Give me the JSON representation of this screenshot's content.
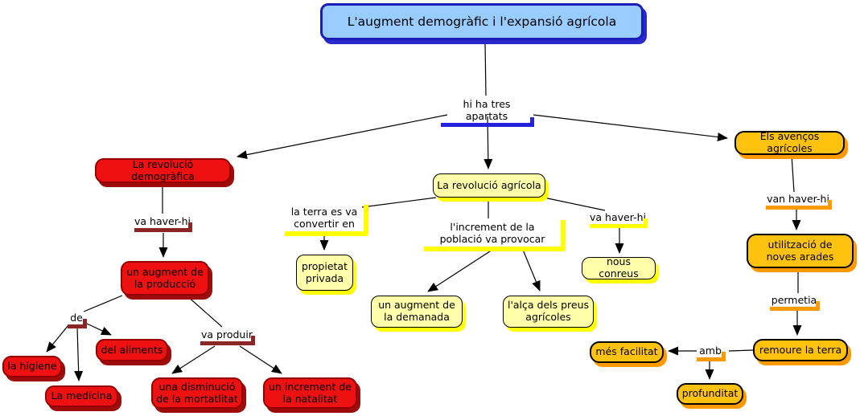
{
  "colors": {
    "title_fill": "#99ccff",
    "title_border": "#1c1cb8",
    "title_shadow": "#2a2acc",
    "red_fill": "#ee1111",
    "red_border": "#940000",
    "red_shadow": "#9e0b0b",
    "red_bar": "#8b2626",
    "yellow_fill": "#ffffaa",
    "yellow_border": "#000000",
    "yellow_shadow": "#ffff00",
    "orange_fill": "#ffc20e",
    "orange_border": "#000000",
    "orange_shadow": "#ff9900",
    "blue_bar": "#2323dd",
    "line_color": "#000000"
  },
  "nodes": {
    "title": "L'augment demogràfic i l'expansió agrícola",
    "hi_ha_tres_apartats": "hi ha tres apartats",
    "revolucio_demografica": "La revolució demogràfica",
    "va_haver_hi_left": "va haver-hi",
    "augment_produccio": "un augment de la producció",
    "de": "de",
    "del_aliments": "del aliments",
    "la_higiene": "la higiene",
    "la_medicina": "La medicina",
    "va_produir": "va produir",
    "disminucio_mortatlitat": "una disminució de la mortatlitat",
    "increment_natalitat": "un increment de la natalitat",
    "revolucio_agricola": "La revolució agrícola",
    "terra_convertir": "la terra es va convertir en",
    "propietat_privada": "propietat privada",
    "increment_poblacio": "l'increment de la població va provocar",
    "va_haver_hi_mid": "va haver-hi",
    "nous_conreus": "nous conreus",
    "augment_demanada": "un augment de la demanada",
    "alca_preus": "l'alça dels preus agrícoles",
    "avencos_agricoles": "Els avenços agrícoles",
    "van_haver_hi": "van haver-hi",
    "utilitzacio_arades": "utilització de noves arades",
    "permetia": "permetia",
    "remoure_terra": "remoure la terra",
    "amb": "amb",
    "mes_facilitat": "més facilitat",
    "profunditat": "profunditat"
  }
}
